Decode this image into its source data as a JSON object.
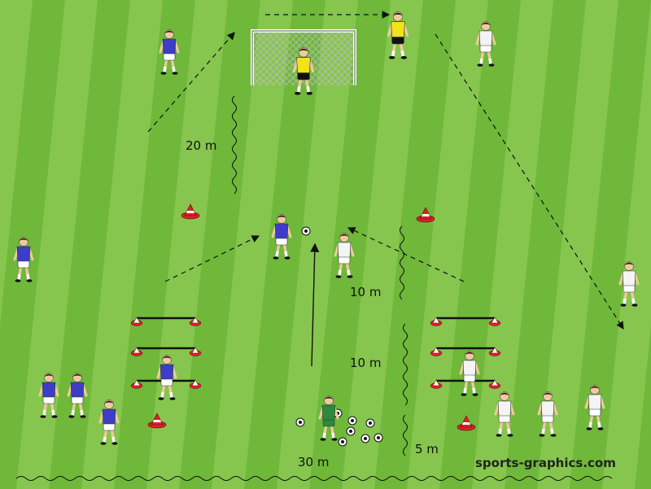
{
  "labels": {
    "dist_20m": "20 m",
    "dist_10m_top": "10 m",
    "dist_10m_bottom": "10 m",
    "dist_5m": "5 m",
    "dist_30m": "30 m"
  },
  "credit": "sports-graphics.com",
  "colors": {
    "grass_light": "#86c64f",
    "grass_dark": "#6fb83a",
    "team_blue": "#3d3dc8",
    "team_white": "#f4f4f4",
    "keeper_yellow": "#f2e21a",
    "coach_green": "#2c8a3a",
    "cone_red": "#e0202a"
  }
}
